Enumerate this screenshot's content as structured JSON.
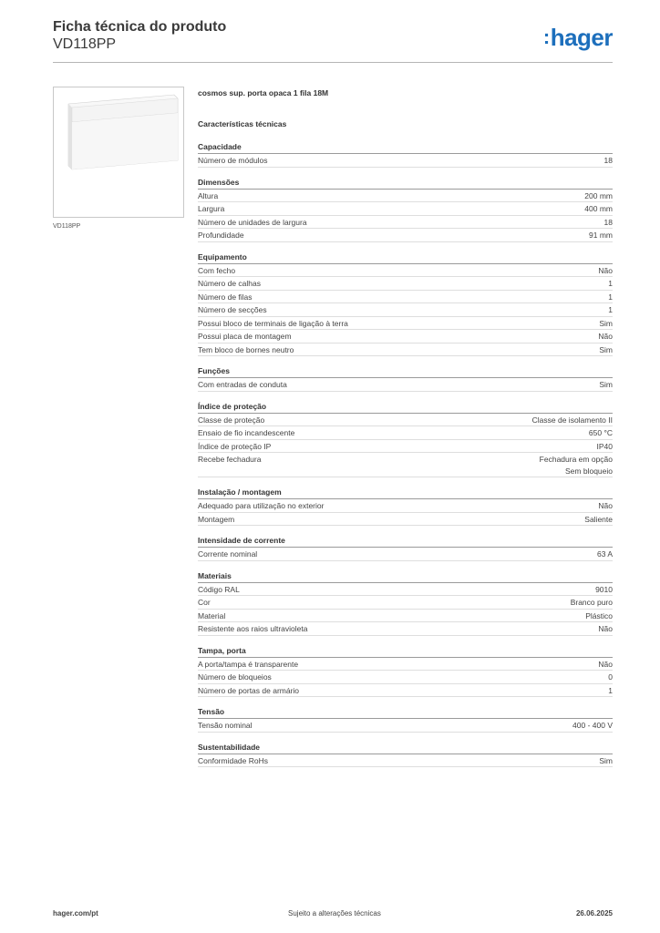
{
  "header": {
    "title": "Ficha técnica do produto",
    "subtitle": "VD118PP",
    "logo_text": "hager",
    "logo_color": "#1d6fbc"
  },
  "image": {
    "caption": "VD118PP",
    "alt_icon": "distribution-box-product-photo"
  },
  "product": {
    "name": "cosmos sup. porta opaca 1 fila 18M",
    "main_heading": "Características técnicas"
  },
  "sections": [
    {
      "title": "Capacidade",
      "rows": [
        {
          "label": "Número de módulos",
          "value": "18"
        }
      ]
    },
    {
      "title": "Dimensões",
      "rows": [
        {
          "label": "Altura",
          "value": "200 mm"
        },
        {
          "label": "Largura",
          "value": "400 mm"
        },
        {
          "label": "Número de unidades de largura",
          "value": "18"
        },
        {
          "label": "Profundidade",
          "value": "91 mm"
        }
      ]
    },
    {
      "title": "Equipamento",
      "rows": [
        {
          "label": "Com fecho",
          "value": "Não"
        },
        {
          "label": "Número de calhas",
          "value": "1"
        },
        {
          "label": "Número de filas",
          "value": "1"
        },
        {
          "label": "Número de secções",
          "value": "1"
        },
        {
          "label": "Possui bloco de terminais de ligação à terra",
          "value": "Sim"
        },
        {
          "label": "Possui placa de montagem",
          "value": "Não"
        },
        {
          "label": "Tem bloco de bornes neutro",
          "value": "Sim"
        }
      ]
    },
    {
      "title": "Funções",
      "rows": [
        {
          "label": "Com entradas de conduta",
          "value": "Sim"
        }
      ]
    },
    {
      "title": "Índice de proteção",
      "rows": [
        {
          "label": "Classe de proteção",
          "value": "Classe de isolamento II"
        },
        {
          "label": "Ensaio de fio incandescente",
          "value": "650 °C"
        },
        {
          "label": "Índice de proteção IP",
          "value": "IP40"
        },
        {
          "label": "Recebe fechadura",
          "value": "Fechadura em opção\nSem bloqueio"
        }
      ]
    },
    {
      "title": "Instalação / montagem",
      "rows": [
        {
          "label": "Adequado para utilização no exterior",
          "value": "Não"
        },
        {
          "label": "Montagem",
          "value": "Saliente"
        }
      ]
    },
    {
      "title": "Intensidade de corrente",
      "rows": [
        {
          "label": "Corrente nominal",
          "value": "63 A"
        }
      ]
    },
    {
      "title": "Materiais",
      "rows": [
        {
          "label": "Código RAL",
          "value": "9010"
        },
        {
          "label": "Cor",
          "value": "Branco puro"
        },
        {
          "label": "Material",
          "value": "Plástico"
        },
        {
          "label": "Resistente aos raios ultravioleta",
          "value": "Não"
        }
      ]
    },
    {
      "title": "Tampa, porta",
      "rows": [
        {
          "label": "A porta/tampa é transparente",
          "value": "Não"
        },
        {
          "label": "Número de bloqueios",
          "value": "0"
        },
        {
          "label": "Número de portas de armário",
          "value": "1"
        }
      ]
    },
    {
      "title": "Tensão",
      "rows": [
        {
          "label": "Tensão nominal",
          "value": "400 - 400 V"
        }
      ]
    },
    {
      "title": "Sustentabilidade",
      "rows": [
        {
          "label": "Conformidade RoHs",
          "value": "Sim"
        }
      ]
    }
  ],
  "footer": {
    "website": "hager.com/pt",
    "notice": "Sujeito a alterações técnicas",
    "date": "26.06.2025"
  }
}
